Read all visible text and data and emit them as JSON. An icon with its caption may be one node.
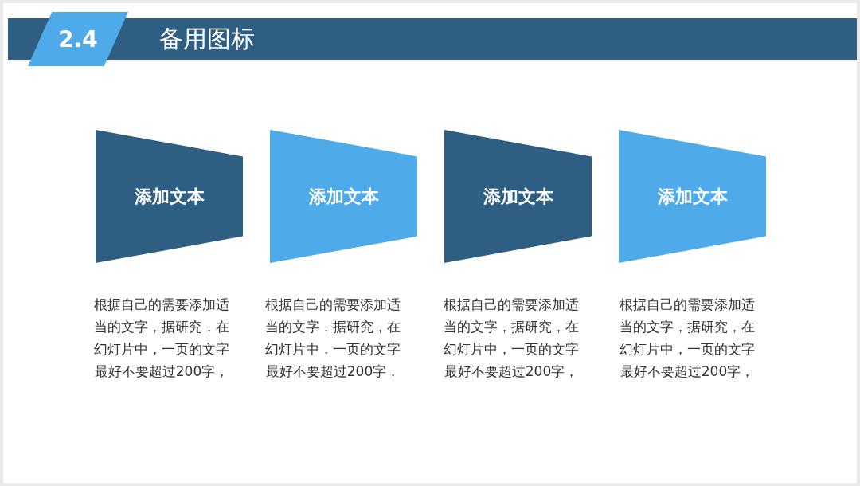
{
  "diagram": {
    "title": "备用图标",
    "nodes": [
      {
        "text": [
          "2.4"
        ]
      },
      {
        "text": [
          "添加文本"
        ],
        "beside": [
          "根据自己的需要添加适当的文字，据研究，在幻灯片中，一页的文字最好不要超过200字，"
        ]
      },
      {
        "text": [
          "添加文本"
        ],
        "beside": [
          "根据自己的需要添加适当的文字，据研究，在幻灯片中，一页的文字最好不要超过200字，"
        ]
      },
      {
        "text": [
          "添加文本"
        ],
        "beside": [
          "根据自己的需要添加适当的文字，据研究，在幻灯片中，一页的文字最好不要超过200字，"
        ]
      },
      {
        "text": [
          "添加文本"
        ],
        "beside": [
          "根据自己的需要添加适当的文字，据研究，在幻灯片中，一页的文字最好不要超过200字，"
        ]
      }
    ]
  }
}
